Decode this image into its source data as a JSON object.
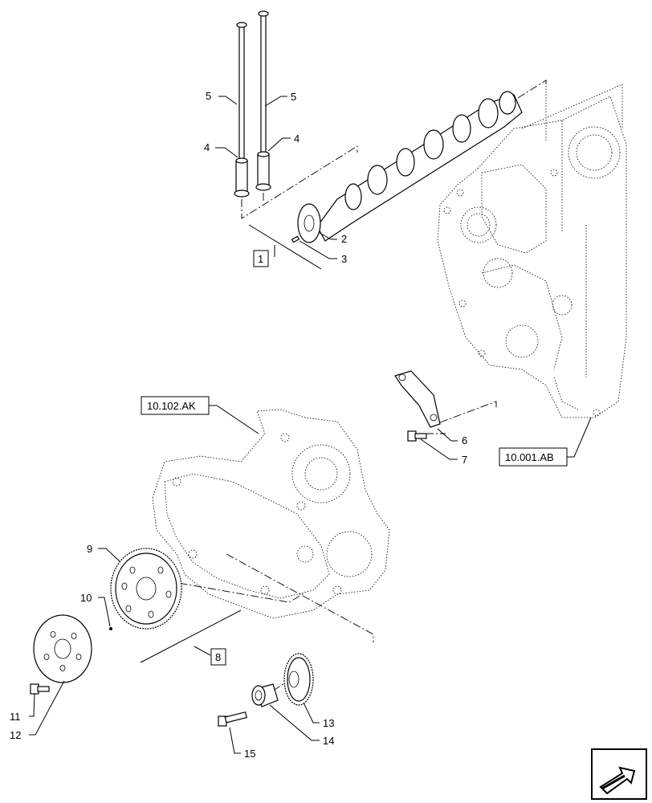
{
  "callouts": {
    "c1": "1",
    "c2": "2",
    "c3": "3",
    "c4a": "4",
    "c4b": "4",
    "c5a": "5",
    "c5b": "5",
    "c6": "6",
    "c7": "7",
    "c8": "8",
    "c9": "9",
    "c10": "10",
    "c11": "11",
    "c12": "12",
    "c13": "13",
    "c14": "14",
    "c15": "15"
  },
  "references": {
    "gear_cover": "10.102.AK",
    "cylinder_block": "10.001.AB"
  },
  "icons": {
    "corner_arrow": "direction-arrow-icon"
  }
}
